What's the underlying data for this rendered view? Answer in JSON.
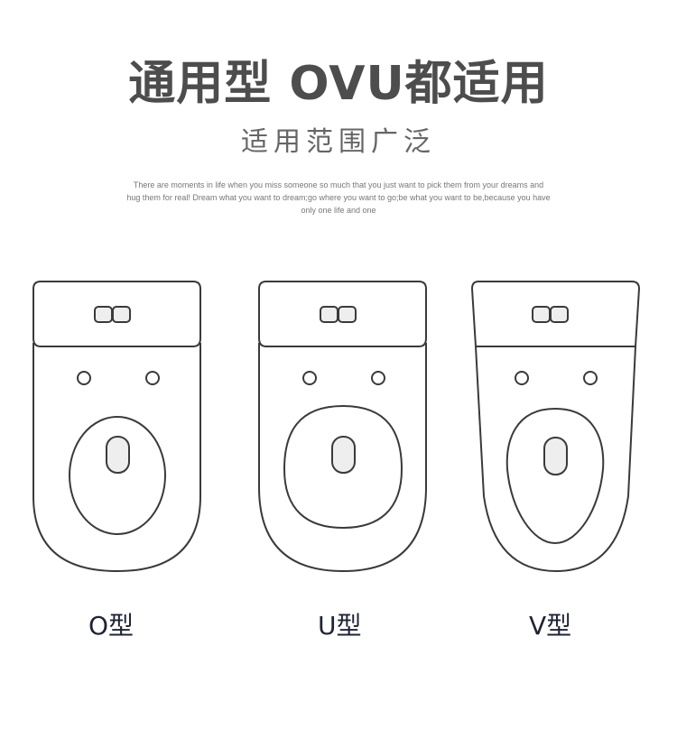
{
  "header": {
    "title": "通用型 OVU都适用",
    "subtitle": "适用范围广泛",
    "description": "There are moments in life when you miss someone so much that you just want to pick them from your dreams and hug them for real! Dream what you want to dream;go where you want to go;be what you want to be,because you have only one life and one"
  },
  "toilets": [
    {
      "type": "O",
      "label": "O型",
      "icon": "o-shape-toilet-icon"
    },
    {
      "type": "U",
      "label": "U型",
      "icon": "u-shape-toilet-icon"
    },
    {
      "type": "V",
      "label": "V型",
      "icon": "v-shape-toilet-icon"
    }
  ],
  "colors": {
    "title": "#4d4d4d",
    "subtitle": "#666666",
    "outline": "#3a3a3a",
    "button_fill": "#eeeeee",
    "label": "#1f2433"
  }
}
